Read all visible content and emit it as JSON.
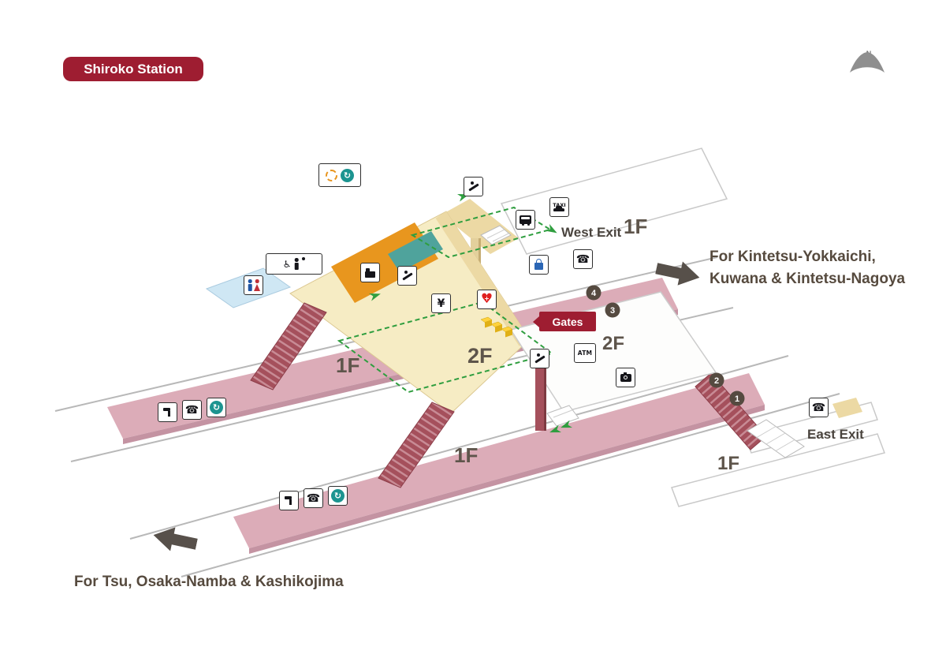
{
  "station": {
    "name": "Shiroko Station"
  },
  "compass": {
    "label": "N"
  },
  "directions": {
    "northbound": {
      "line1": "For Kintetsu-Yokkaichi,",
      "line2": "Kuwana & Kintetsu-Nagoya"
    },
    "southbound": {
      "label": "For Tsu, Osaka-Namba & Kashikojima"
    }
  },
  "exits": {
    "west": {
      "label": "West Exit",
      "floor": "1F"
    },
    "east": {
      "label": "East Exit",
      "floor": "1F"
    }
  },
  "floors": {
    "upper_platform": "1F",
    "lower_platform": "1F",
    "concourse": "2F",
    "outside_gates": "2F"
  },
  "gate": {
    "label": "Gates"
  },
  "platforms": {
    "numbers": [
      "4",
      "3",
      "2",
      "1"
    ]
  },
  "glyphs": {
    "phone": "☎",
    "wheelchair": "♿",
    "yen": "¥",
    "heart": "♥",
    "transfer": "↻",
    "atm": "ATM",
    "taxi": "TAXI",
    "aed_cross": "+"
  },
  "colors": {
    "accent_red": "#9e1d31",
    "platform_pink": "#dcacb8",
    "platform_pink_dark": "#c493a2",
    "concourse_beige": "#f6ecc4",
    "walkway_tan": "#ecd9a4",
    "shop_orange": "#e8961e",
    "teal_area": "#4fa39c",
    "restroom_blue": "#cfe7f4",
    "stairs_maroon": "#a5505c",
    "route_green": "#2f9e3f",
    "arrow_brown": "#57504a",
    "text_brown": "#564a3e",
    "floor_label": "#5e554b",
    "track_gray": "#b8b8b8",
    "gate_yellow": "#ffd23d"
  }
}
